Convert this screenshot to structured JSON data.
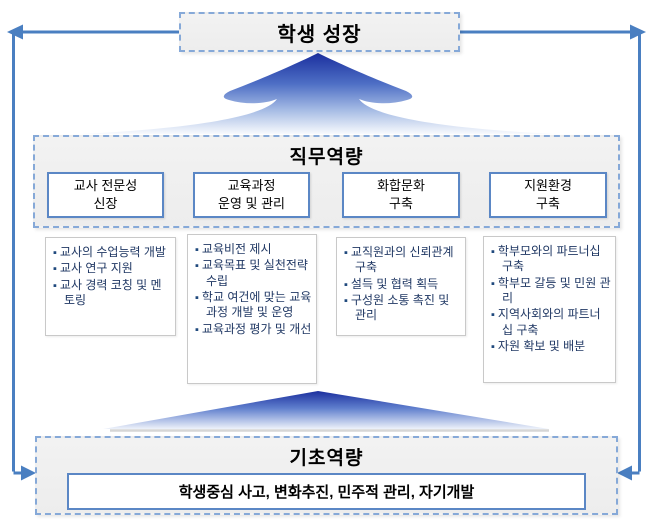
{
  "colors": {
    "connector": "#4a7fc1",
    "solid_box_border": "#5b87c5",
    "dashed_border": "#86a9d8",
    "panel_fill": "#ededed",
    "bullet": "#1f497d",
    "list_text": "#203864",
    "arrow_gradient_top": "#1b2f9e",
    "arrow_gradient_bottom": "#f8fafd"
  },
  "top_box": {
    "label": "학생 성장"
  },
  "job_section": {
    "title": "직무역량",
    "columns": [
      {
        "header": "교사 전문성\n신장",
        "items": [
          "교사의 수업능력 개발",
          "교사 연구 지원",
          "교사 경력 코칭 및 멘토링"
        ]
      },
      {
        "header": "교육과정\n운영 및 관리",
        "items": [
          "교육비전 제시",
          "교육목표 및 실천전략 수립",
          "학교 여건에 맞는 교육과정 개발 및 운영",
          "교육과정 평가 및 개선"
        ]
      },
      {
        "header": "화합문화\n구축",
        "items": [
          "교직원과의 신뢰관계 구축",
          "설득 및 협력 획득",
          "구성원 소통 촉진 및 관리"
        ]
      },
      {
        "header": "지원환경\n구축",
        "items": [
          "학부모와의 파트너십 구축",
          "학부모 갈등 및 민원 관리",
          "지역사회와의 파트너십 구축",
          "자원 확보 및 배분"
        ]
      }
    ]
  },
  "base_section": {
    "title": "기초역량",
    "content": "학생중심 사고, 변화추진, 민주적 관리, 자기개발"
  }
}
